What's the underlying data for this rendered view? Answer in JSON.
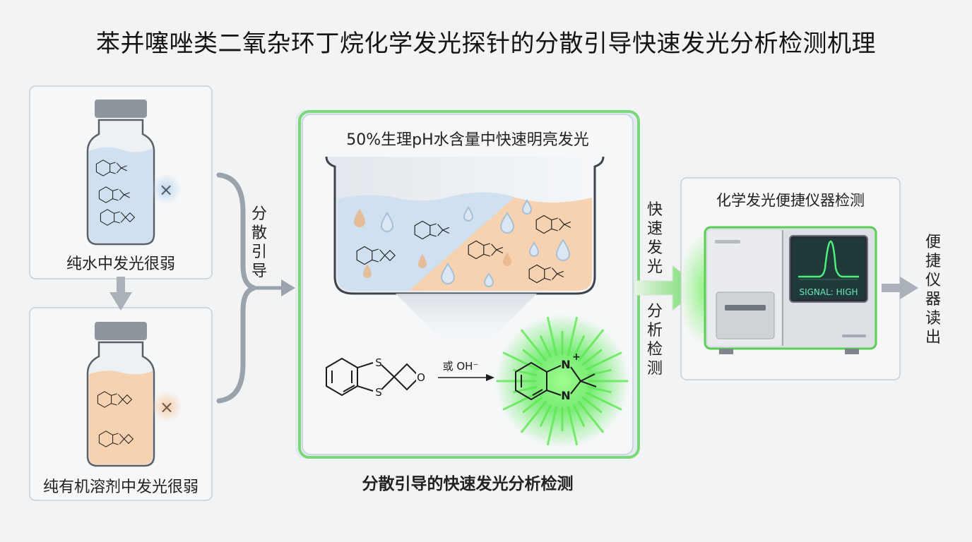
{
  "title": "苯并噻唑类二氧杂环丁烷化学发光探针的分散引导快速发光分析检测机理",
  "left": {
    "water_label": "纯水中发光很弱",
    "organic_label": "纯有机溶剂中发光很弱",
    "weak_mark": "×"
  },
  "dispersion_label": "分散引导",
  "center": {
    "top_label": "50%生理pH水含量中快速明亮发光",
    "reagent": "或 OH⁻",
    "atom_s": "S",
    "atom_o": "O",
    "atom_n": "N",
    "charge": "+",
    "caption": "分散引导的快速发光分析检测"
  },
  "arrow_labels": {
    "fast_glow": "快速发光",
    "analysis": "分析检测"
  },
  "instrument": {
    "label": "化学发光便捷仪器检测",
    "signal": "SIGNAL: HIGH"
  },
  "readout_label": "便捷仪器读出",
  "colors": {
    "water_blue": "#cfe0f0",
    "organic_orange": "#f6d2b0",
    "glow_green": "#3ee03a"
  }
}
